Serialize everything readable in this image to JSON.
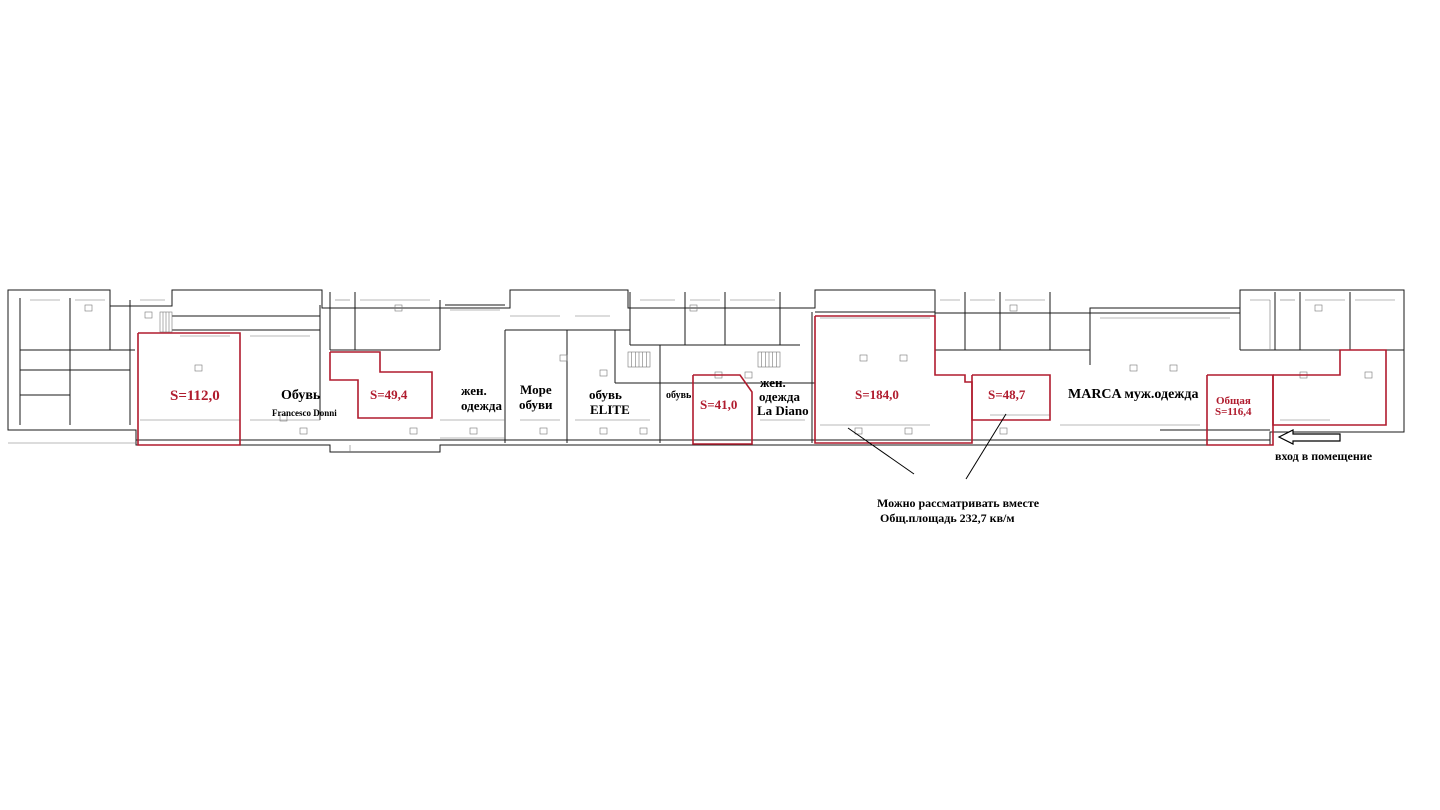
{
  "colors": {
    "wall": "#1a1a1a",
    "thin": "#555555",
    "highlight": "#b01c2e",
    "background": "#ffffff"
  },
  "areas": {
    "s1": "S=112,0",
    "s2": "S=49,4",
    "s3": "S=41,0",
    "s4": "S=184,0",
    "s5": "S=48,7",
    "s6_title": "Общая",
    "s6_value": "S=116,4"
  },
  "tenants": {
    "obuv": "Обувь",
    "francesco": "Francesco Donni",
    "zhen1_a": "жен.",
    "zhen1_b": "одежда",
    "more_a": "Море",
    "more_b": "обуви",
    "elite_a": "обувь",
    "elite_b": "ELITE",
    "obuv_small": "обувь",
    "zhen2_a": "жен.",
    "zhen2_b": "одежда",
    "ladiano": "La Diano",
    "marca": "MARCA муж.одежда"
  },
  "entrance": {
    "label": "вход в помещение",
    "arrow": "left-arrow-icon"
  },
  "note": {
    "line1": "Можно рассматривать вместе",
    "line2": "Общ.площадь 232,7 кв/м"
  }
}
